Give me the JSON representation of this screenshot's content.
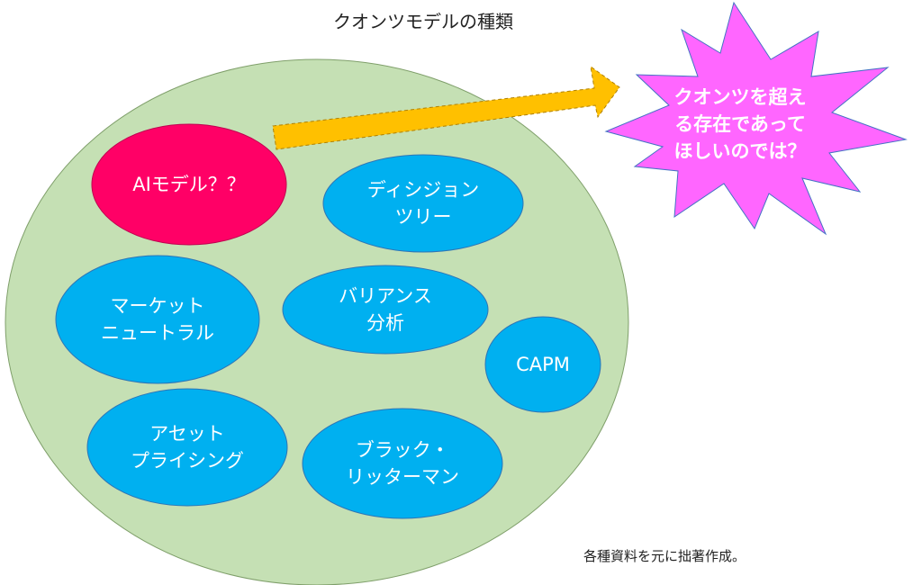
{
  "title": "クオンツモデルの種類",
  "colors": {
    "outer_fill": "#c5e0b4",
    "bubble_fill": "#00b0f0",
    "bubble_stroke": "#2e75b6",
    "highlight_fill": "#ff0066",
    "arrow_fill": "#ffc000",
    "burst_fill": "#ff66ff"
  },
  "bubbles": {
    "ai": "AIモデル？？",
    "decision_tree": "ディシジョン\nツリー",
    "market_neutral": "マーケット\nニュートラル",
    "variance": "バリアンス\n分析",
    "capm": "CAPM",
    "asset_pricing": "アセット\nプライシング",
    "black_litterman": "ブラック・\nリッターマン"
  },
  "callout": "クオンツを超え\nる存在であって\nほしいのでは？",
  "note": "各種資料を元に拙著作成。"
}
